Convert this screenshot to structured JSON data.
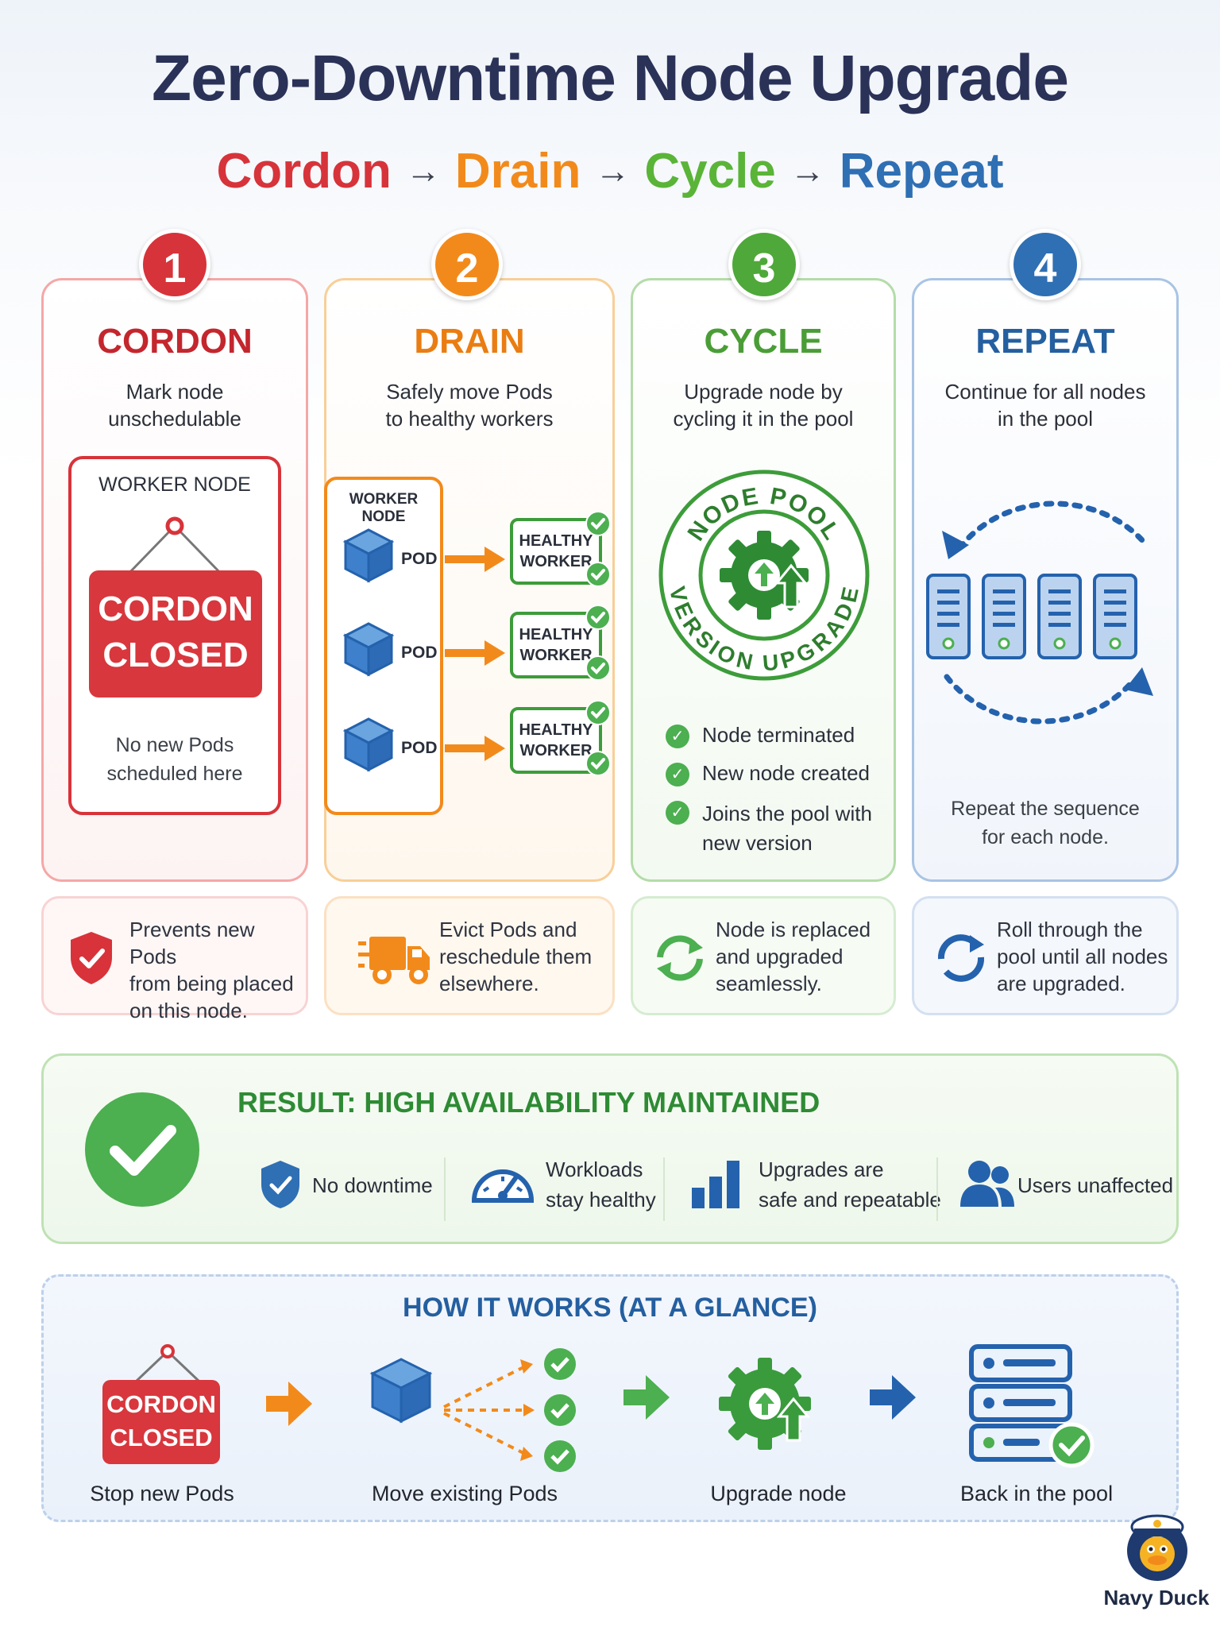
{
  "header": {
    "title": "Zero-Downtime Node Upgrade",
    "subtitle": {
      "s1": "Cordon",
      "s2": "Drain",
      "s3": "Cycle",
      "s4": "Repeat",
      "arrow": "→"
    }
  },
  "steps": [
    {
      "number": "1",
      "name": "CORDON",
      "desc1": "Mark node",
      "desc2": "unschedulable",
      "color": "#d7333a"
    },
    {
      "number": "2",
      "name": "DRAIN",
      "desc1": "Safely move Pods",
      "desc2": "to healthy workers",
      "color": "#f28a1b"
    },
    {
      "number": "3",
      "name": "CYCLE",
      "desc1": "Upgrade node by",
      "desc2": "cycling it in the pool",
      "color": "#4fa83a"
    },
    {
      "number": "4",
      "name": "REPEAT",
      "desc1": "Continue for all nodes",
      "desc2": "in the pool",
      "color": "#2f6fb3"
    }
  ],
  "cordon_panel": {
    "worker_label": "WORKER NODE",
    "sign_line1": "CORDON",
    "sign_line2": "CLOSED",
    "note1": "No new Pods",
    "note2": "scheduled here"
  },
  "drain_panel": {
    "worker_label": "WORKER NODE",
    "pod_label": "POD",
    "healthy1": "HEALTHY",
    "healthy2": "WORKER"
  },
  "cycle_panel": {
    "ring_top": "NODE POOL",
    "ring_bottom": "VERSION UPGRADE",
    "checks": [
      "Node terminated",
      "New node created",
      "Joins the pool with",
      "new version"
    ]
  },
  "repeat_panel": {
    "note1": "Repeat the sequence",
    "note2": "for each node."
  },
  "bottom_cards": [
    {
      "line1": "Prevents new Pods",
      "line2": "from being placed",
      "line3": "on this node.",
      "icon": "shield-check-icon"
    },
    {
      "line1": "Evict Pods and",
      "line2": "reschedule them",
      "line3": "elsewhere.",
      "icon": "truck-icon"
    },
    {
      "line1": "Node is replaced",
      "line2": "and upgraded",
      "line3": "seamlessly.",
      "icon": "refresh-icon"
    },
    {
      "line1": "Roll through the",
      "line2": "pool until all nodes",
      "line3": "are upgraded.",
      "icon": "cycle-icon"
    }
  ],
  "result": {
    "title": "RESULT: HIGH AVAILABILITY MAINTAINED",
    "items": [
      {
        "l1": "No downtime",
        "l2": ""
      },
      {
        "l1": "Workloads",
        "l2": "stay healthy"
      },
      {
        "l1": "Upgrades are",
        "l2": "safe and repeatable"
      },
      {
        "l1": "Users unaffected",
        "l2": ""
      }
    ]
  },
  "how": {
    "title": "HOW IT WORKS (AT A GLANCE)",
    "sign1": "CORDON",
    "sign2": "CLOSED",
    "labels": [
      "Stop new Pods",
      "Move existing Pods",
      "Upgrade node",
      "Back in the pool"
    ]
  },
  "brand": {
    "name": "Navy Duck"
  }
}
